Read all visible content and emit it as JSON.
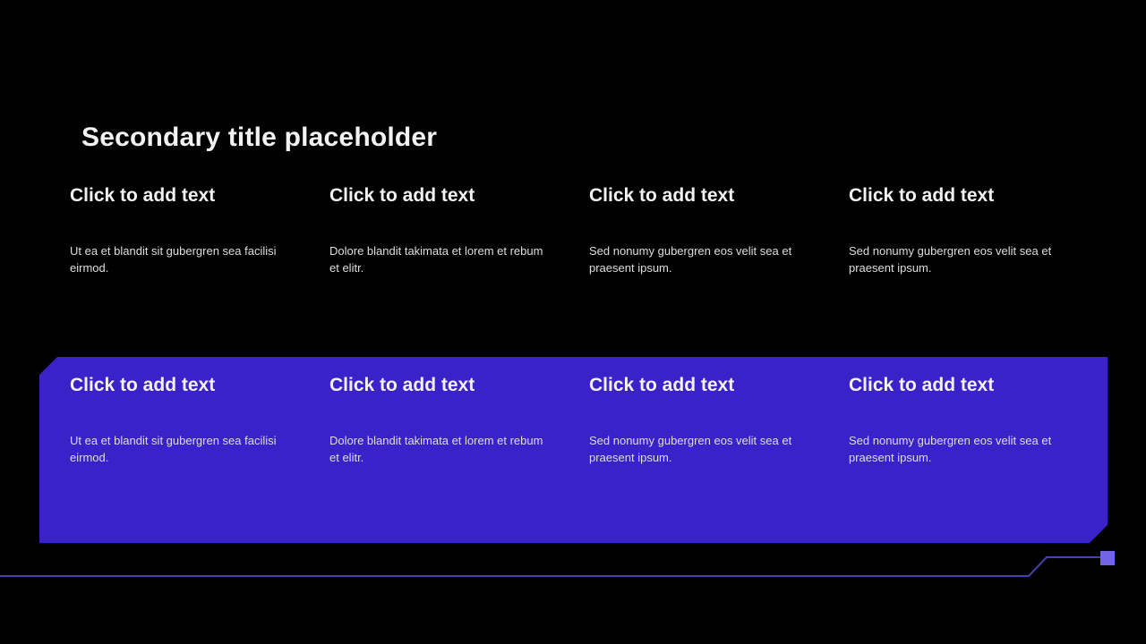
{
  "slide": {
    "title": "Secondary title placeholder",
    "top_columns": [
      {
        "heading": "Click to add text",
        "body": "Ut ea et blandit sit gubergren sea facilisi\neirmod."
      },
      {
        "heading": "Click to add text",
        "body": "Dolore blandit takimata et lorem et rebum\net elitr."
      },
      {
        "heading": "Click to add text",
        "body": "Sed nonumy gubergren eos velit sea et\npraesent ipsum."
      },
      {
        "heading": "Click to add text",
        "body": "Sed nonumy gubergren eos velit sea et\npraesent ipsum."
      }
    ],
    "band_columns": [
      {
        "heading": "Click to add text",
        "body": "Ut ea et blandit sit gubergren sea facilisi\neirmod."
      },
      {
        "heading": "Click to add text",
        "body": "Dolore blandit takimata et lorem et rebum\net elitr."
      },
      {
        "heading": "Click to add text",
        "body": "Sed nonumy gubergren eos velit sea et\npraesent ipsum."
      },
      {
        "heading": "Click to add text",
        "body": "Sed nonumy gubergren eos velit sea et\npraesent ipsum."
      }
    ]
  },
  "colors": {
    "background": "#000000",
    "band": "#3a22c8",
    "heading_text": "#f2f2f2",
    "body_text": "#dedede",
    "line": "#4a3eb2",
    "square": "#7165e6"
  }
}
